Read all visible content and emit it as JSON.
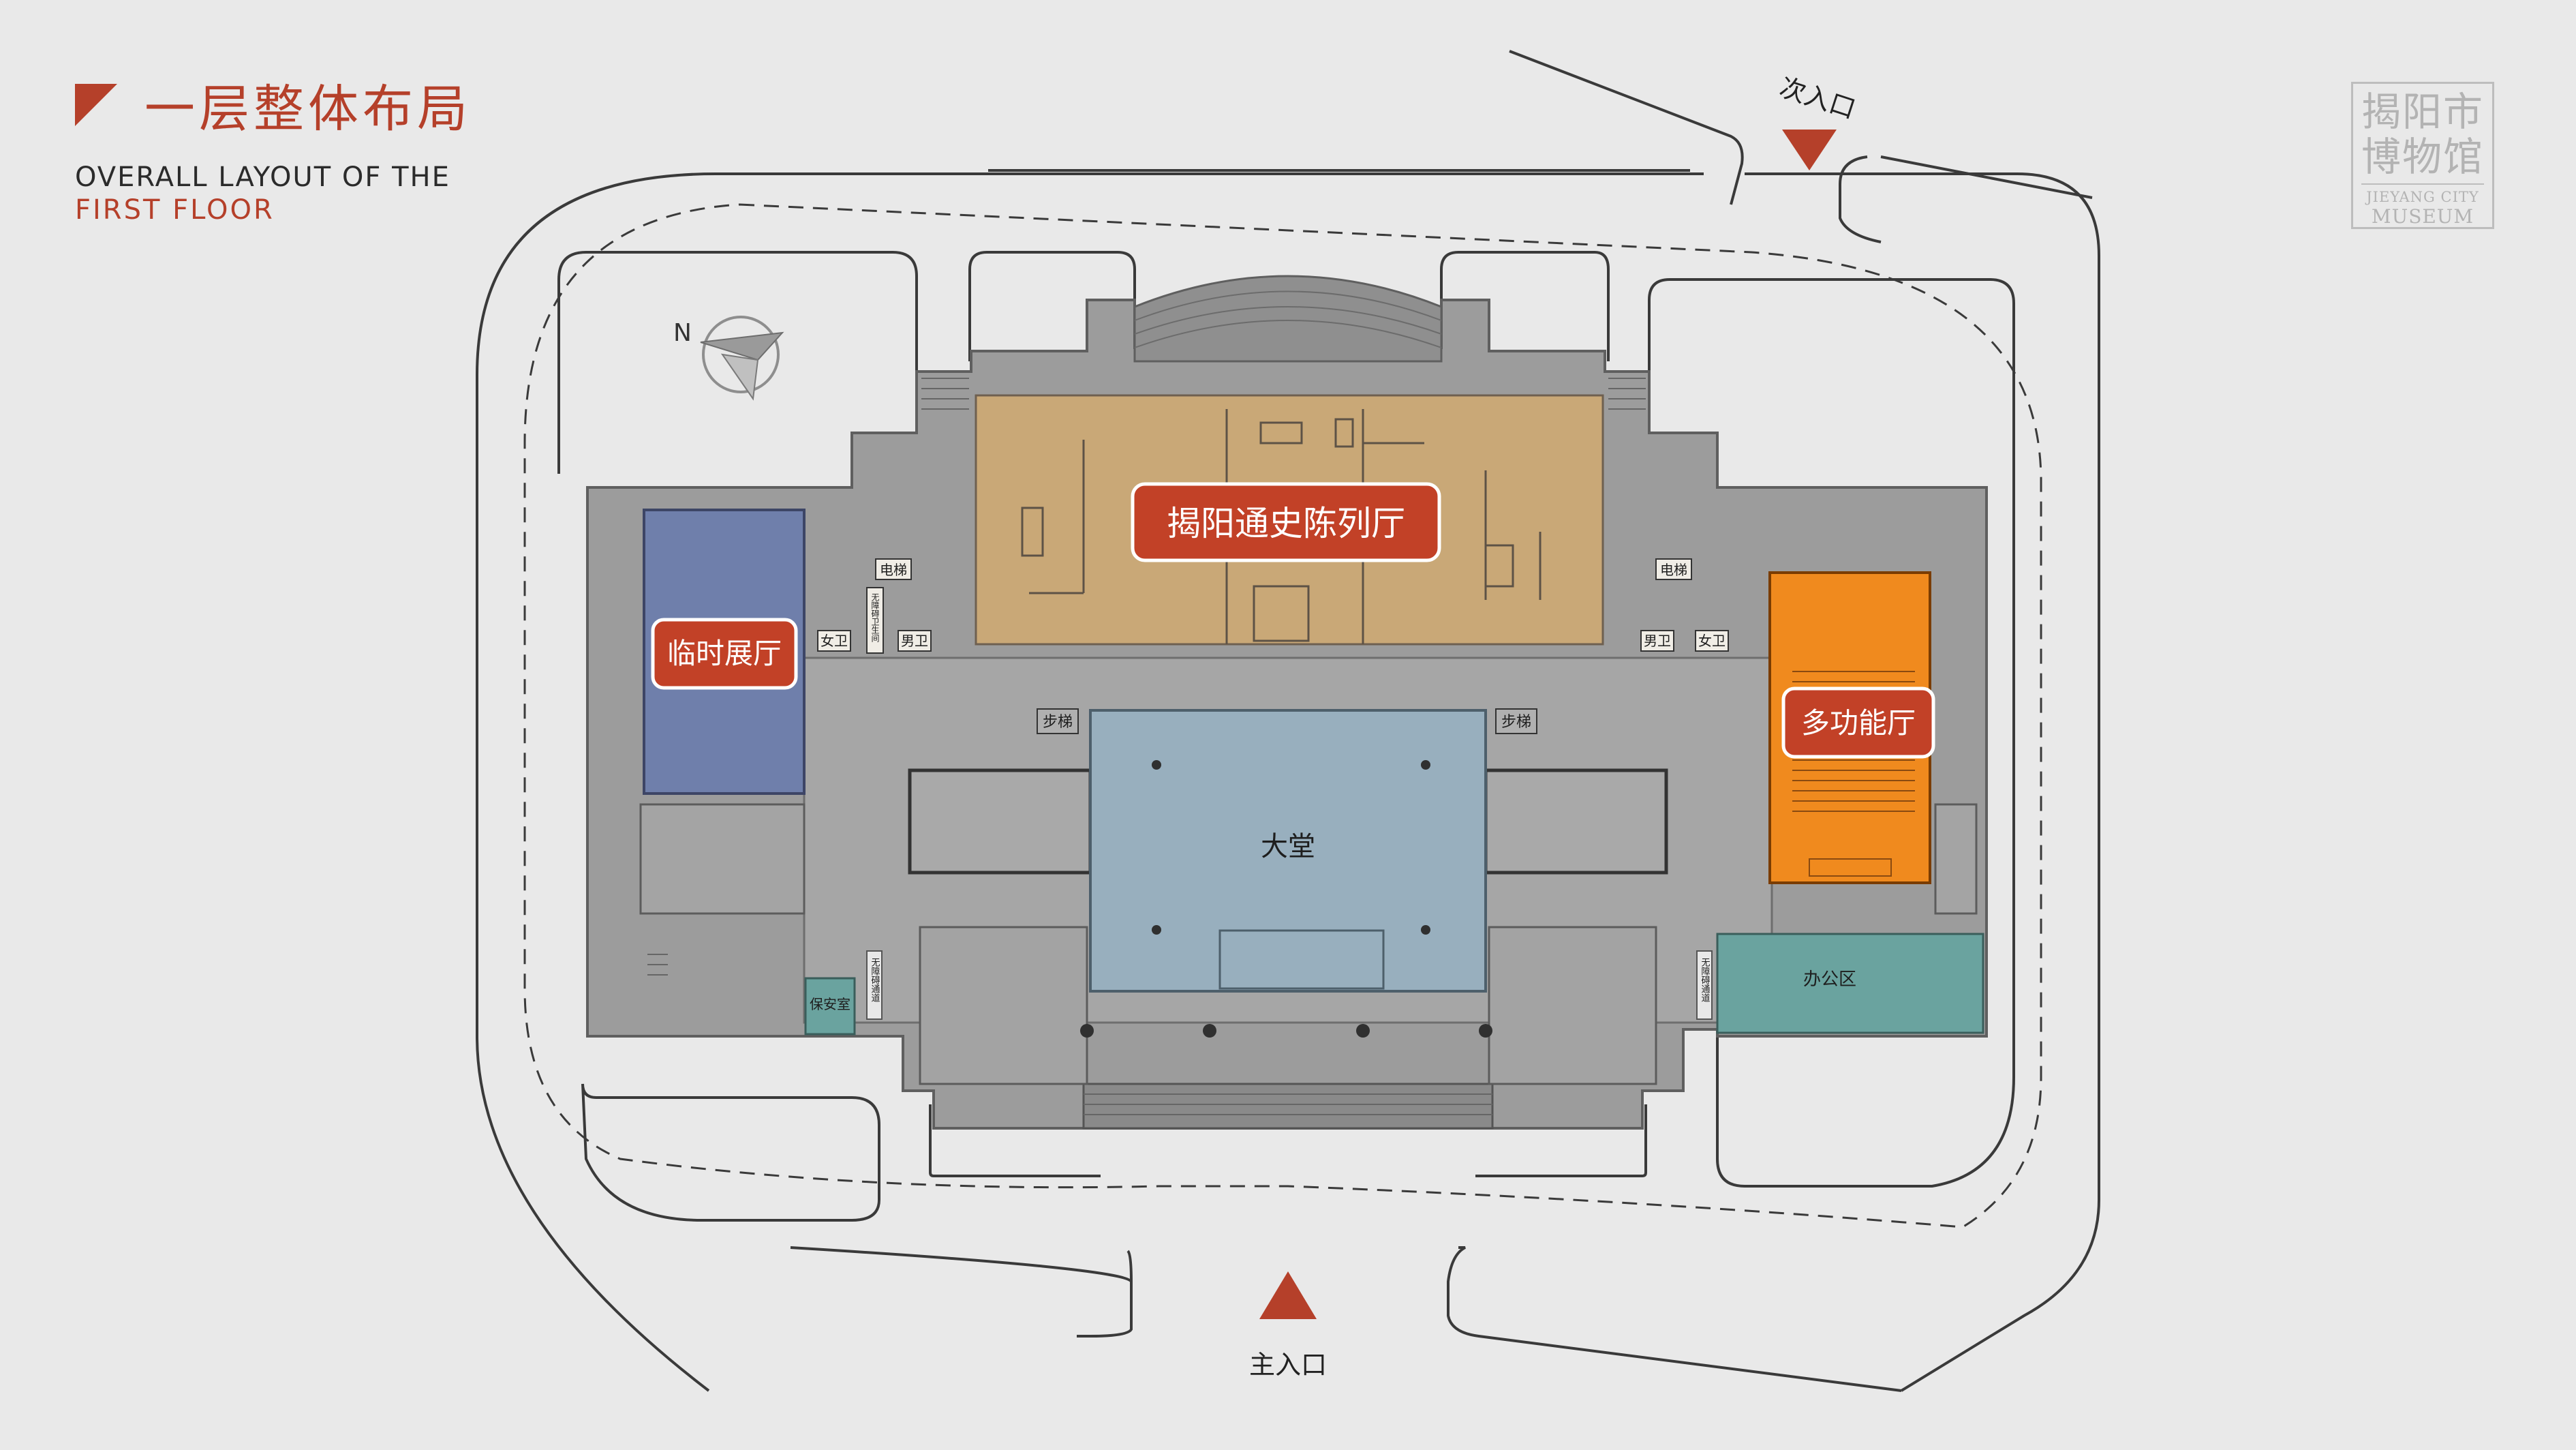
{
  "header": {
    "title_cn": "一层整体布局",
    "title_en_line1": "OVERALL LAYOUT OF THE",
    "title_en_line2": "FIRST  FLOOR"
  },
  "logo": {
    "line1": "揭阳市",
    "line2": "博物馆",
    "en_line1": "JIEYANG CITY",
    "en_line2": "MUSEUM"
  },
  "compass": {
    "label": "N"
  },
  "entrances": {
    "secondary": "次入口",
    "main": "主入口"
  },
  "rooms": {
    "history_hall": "揭阳通史陈列厅",
    "temp_hall": "临时展厅",
    "multi_hall": "多功能厅",
    "lobby": "大堂",
    "office": "办公区",
    "security": "保安室",
    "elevator_left": "电梯",
    "elevator_right": "电梯",
    "stairs_left": "步梯",
    "stairs_right": "步梯",
    "female_wc_left": "女卫",
    "male_wc_left": "男卫",
    "male_wc_right": "男卫",
    "female_wc_right": "女卫",
    "accessible_wc": "无障碍卫生间",
    "accessible_path_left": "无障碍通道",
    "accessible_path_right": "无障碍通道"
  },
  "colors": {
    "accent": "#b5402a",
    "history_hall": "#c9a877",
    "temp_hall": "#6f7fab",
    "multi_hall": "#f08a1e",
    "lobby": "#98afbe",
    "office": "#6aa39f",
    "building": "#9c9c9c",
    "background": "#e9e9e9"
  }
}
